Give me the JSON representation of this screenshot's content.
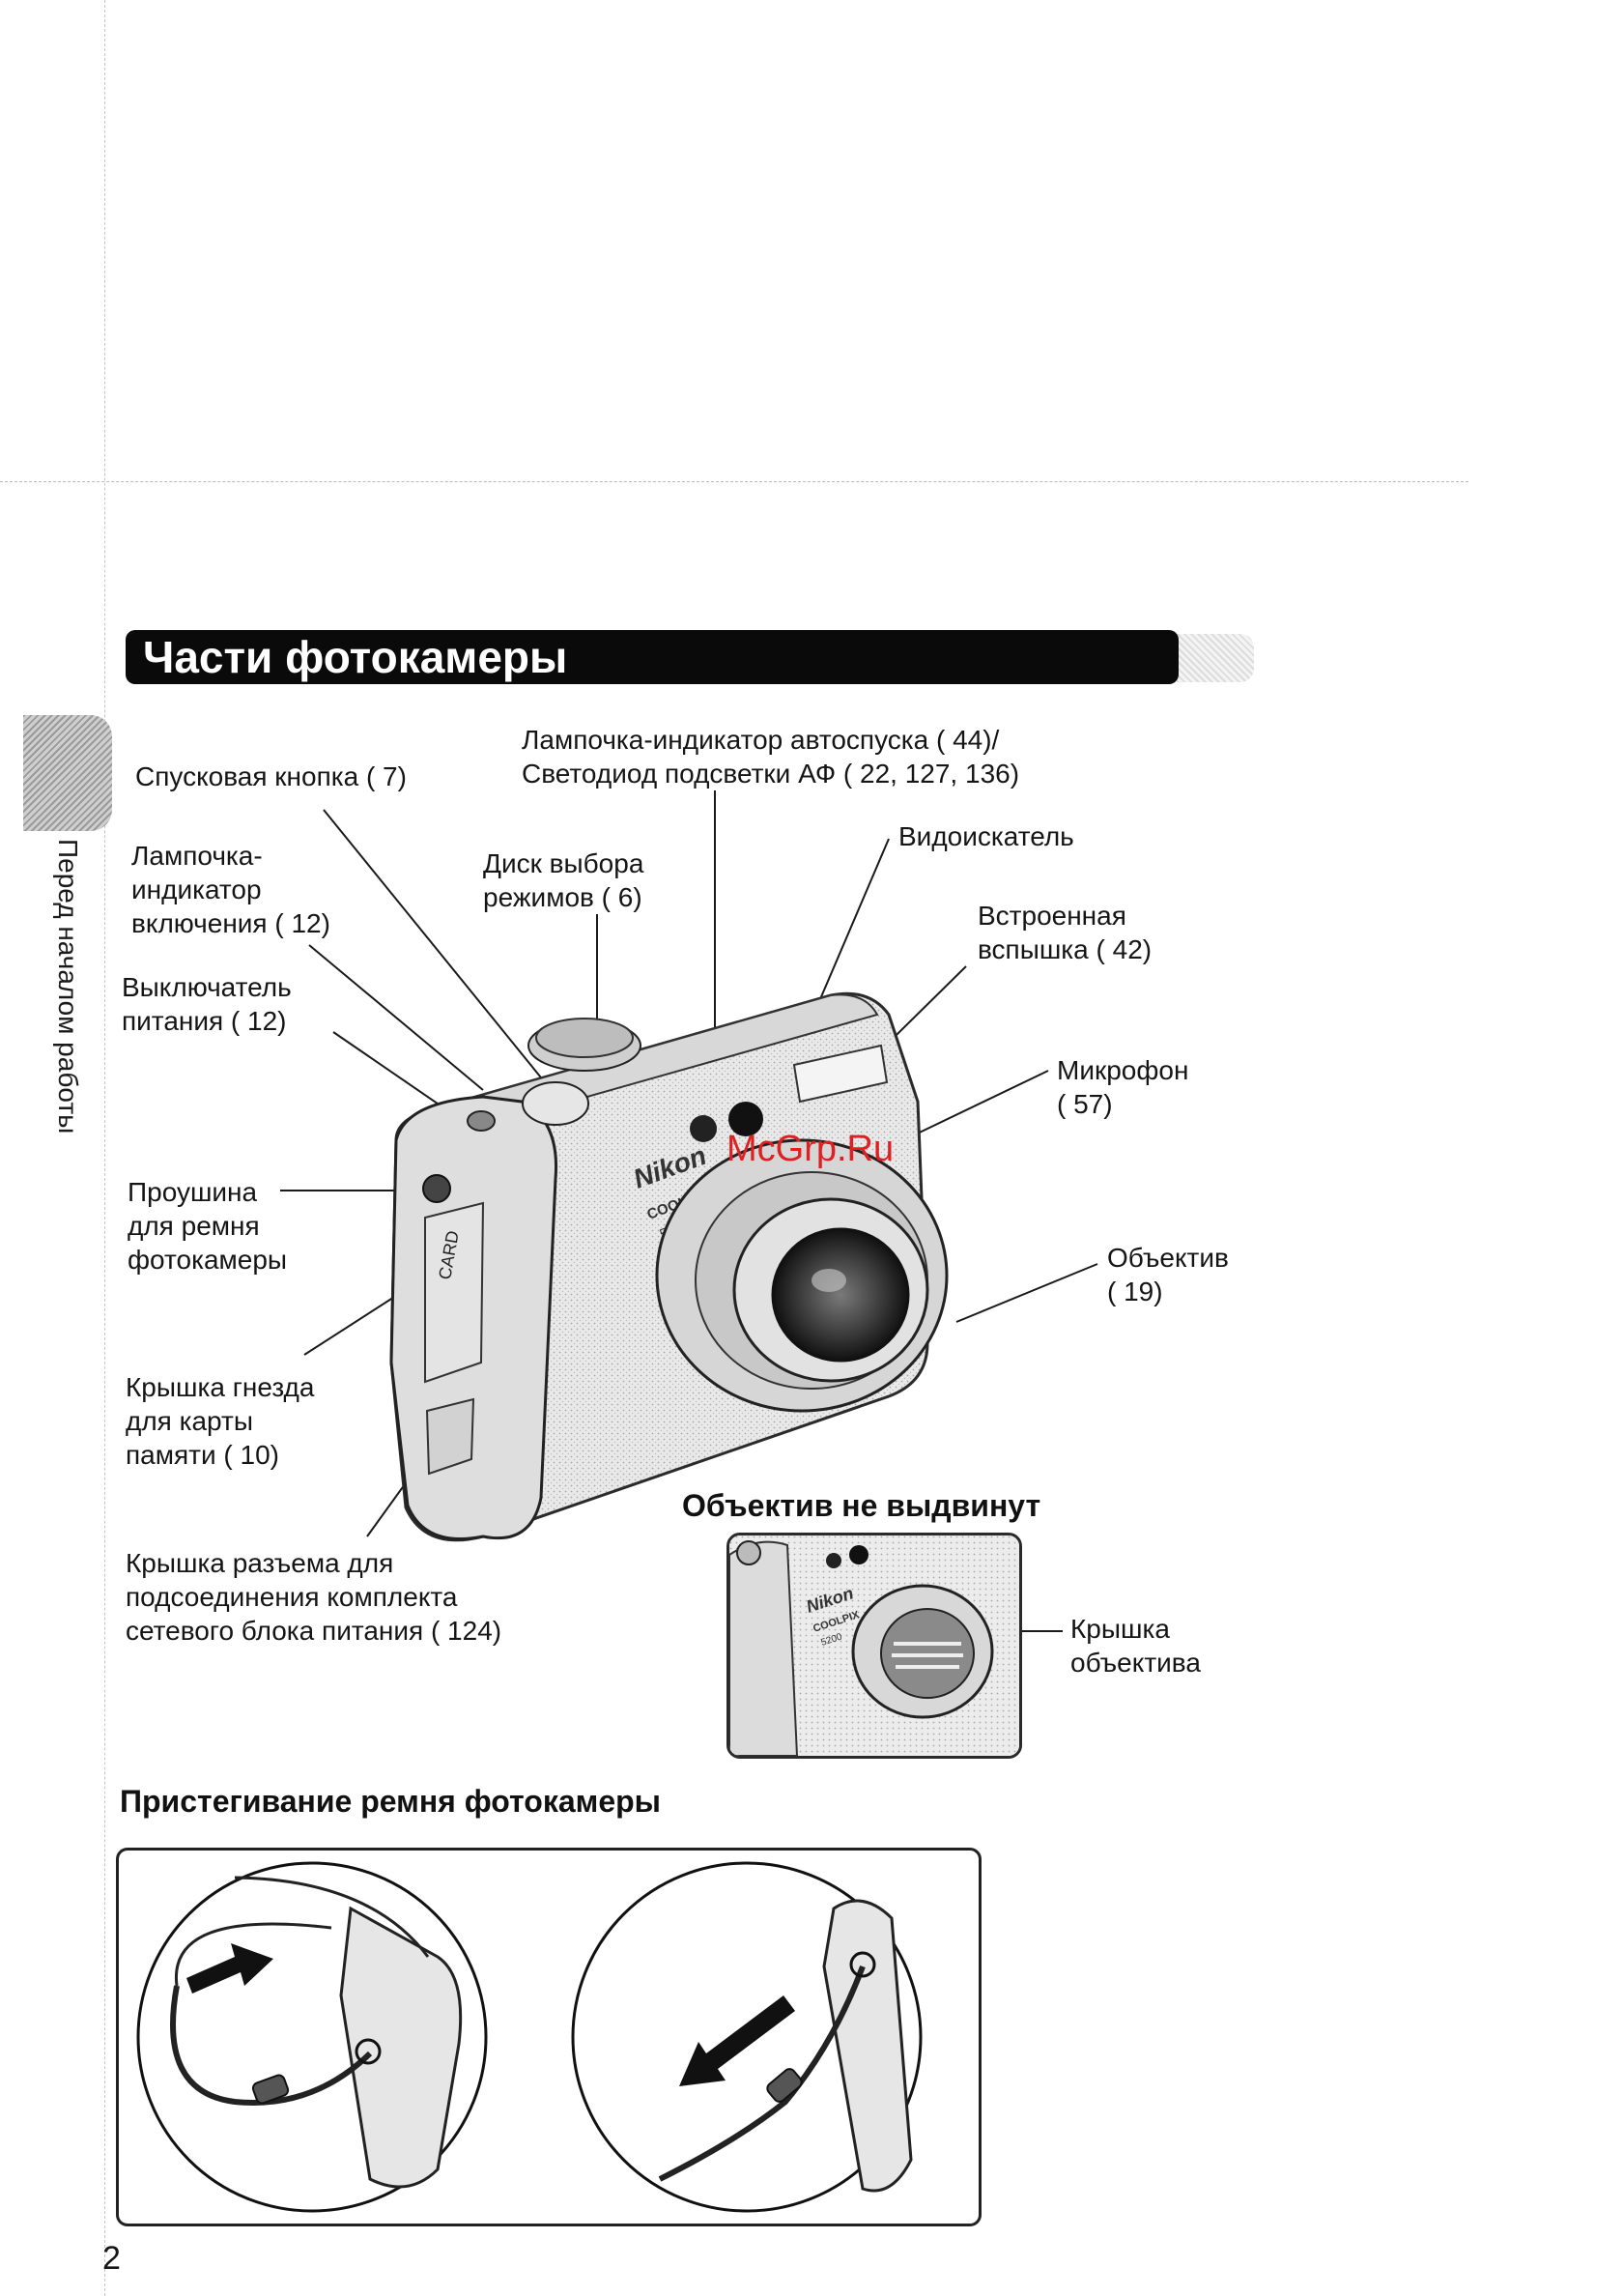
{
  "page": {
    "title": "Части фотокамеры",
    "side_tab": "Перед началом работы",
    "page_number": "2"
  },
  "labels": {
    "shutter": "Спусковая кнопка ( 7)",
    "selftimer": "Лампочка-индикатор автоспуска ( 44)/\nСветодиод подсветки АФ ( 22, 127, 136)",
    "viewfinder": "Видоискатель",
    "power_lamp": "Лампочка-\nиндикатор\nвключения ( 12)",
    "mode_dial": "Диск выбора\nрежимов ( 6)",
    "flash": "Встроенная\nвспышка ( 42)",
    "power_switch": "Выключатель\nпитания ( 12)",
    "microphone": "Микрофон\n( 57)",
    "strap_eyelet": "Проушина\nдля ремня\nфотокамеры",
    "lens": "Объектив\n( 19)",
    "card_cover": "Крышка гнезда\nдля карты\nпамяти ( 10)",
    "connector_cover": "Крышка разъема для\nподсоединения комплекта\nсетевого блока питания ( 124)",
    "lens_cap": "Крышка\nобъектива"
  },
  "subheadings": {
    "lens_retracted": "Объектив не выдвинут",
    "strap_attach": "Пристегивание ремня фотокамеры"
  },
  "camera": {
    "brand": "Nikon",
    "model": "COOLPIX",
    "number": "5200",
    "card": "CARD"
  },
  "watermark": "McGrp.Ru",
  "colors": {
    "watermark": "#e02020",
    "title_bar": "#0a0a0a",
    "title_text": "#ffffff"
  }
}
